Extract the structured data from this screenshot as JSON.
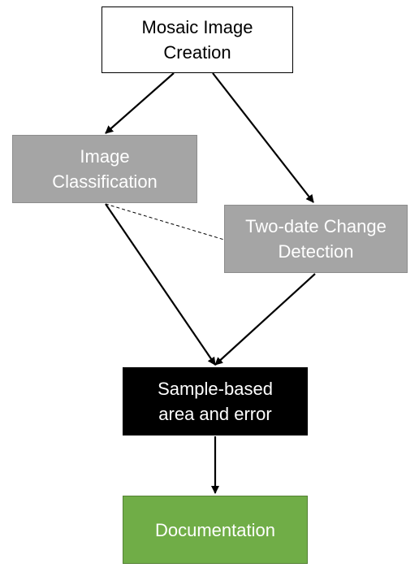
{
  "diagram": {
    "nodes": {
      "mosaic": {
        "label": "Mosaic Image\nCreation"
      },
      "classification": {
        "label": "Image\nClassification"
      },
      "change": {
        "label": "Two-date Change\nDetection"
      },
      "sample": {
        "label": "Sample-based\narea and error"
      },
      "documentation": {
        "label": "Documentation"
      }
    },
    "edges": [
      {
        "from": "mosaic",
        "to": "classification",
        "style": "solid",
        "arrow": true
      },
      {
        "from": "mosaic",
        "to": "change",
        "style": "solid",
        "arrow": true
      },
      {
        "from": "classification",
        "to": "change",
        "style": "dashed",
        "arrow": false
      },
      {
        "from": "classification",
        "to": "sample",
        "style": "solid",
        "arrow": true
      },
      {
        "from": "change",
        "to": "sample",
        "style": "solid",
        "arrow": true
      },
      {
        "from": "sample",
        "to": "documentation",
        "style": "solid",
        "arrow": true
      }
    ],
    "colors": {
      "start_fill": "#ffffff",
      "process_fill": "#a5a5a5",
      "assessment_fill": "#000000",
      "output_fill": "#70ad47",
      "line": "#000000"
    }
  }
}
